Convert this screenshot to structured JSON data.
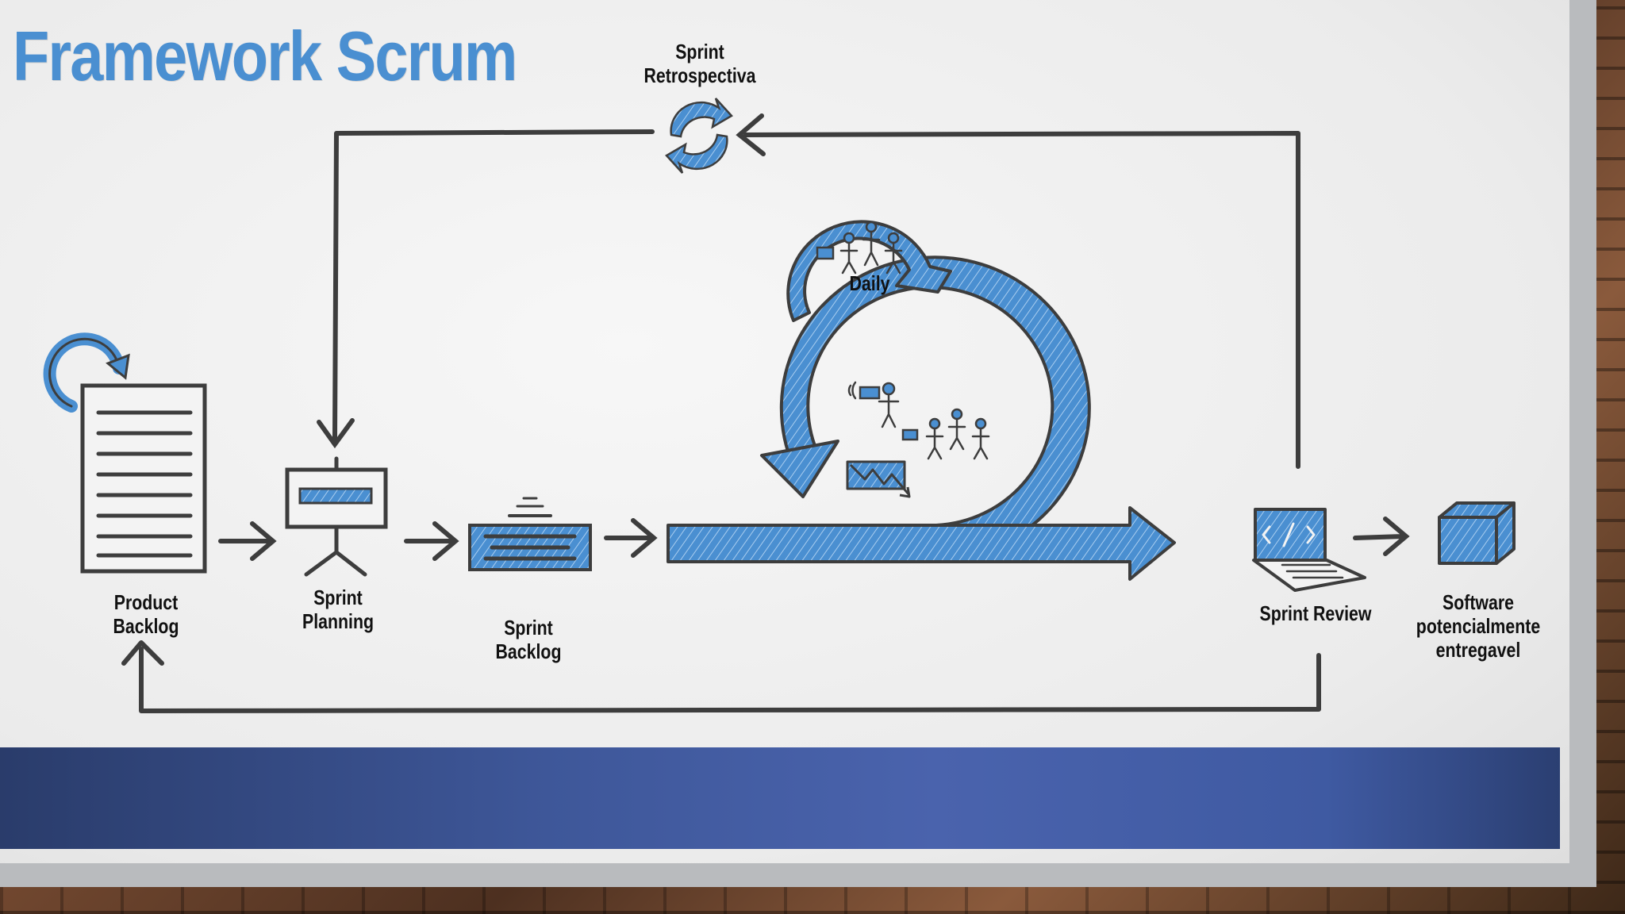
{
  "slide": {
    "title": "Framework Scrum"
  },
  "labels": {
    "retrospectiva_line1": "Sprint",
    "retrospectiva_line2": "Retrospectiva",
    "daily": "Daily",
    "product_backlog_line1": "Product",
    "product_backlog_line2": "Backlog",
    "sprint_planning_line1": "Sprint",
    "sprint_planning_line2": "Planning",
    "sprint_backlog_line1": "Sprint",
    "sprint_backlog_line2": "Backlog",
    "sprint_review": "Sprint Review",
    "software_line1": "Software",
    "software_line2": "potencialmente",
    "software_line3": "entregavel"
  },
  "colors": {
    "title_blue": "#4a8fd1",
    "sketch_blue": "#4a8fd1",
    "ink": "#3d3d3d",
    "footer_band": "#4a63ad"
  }
}
